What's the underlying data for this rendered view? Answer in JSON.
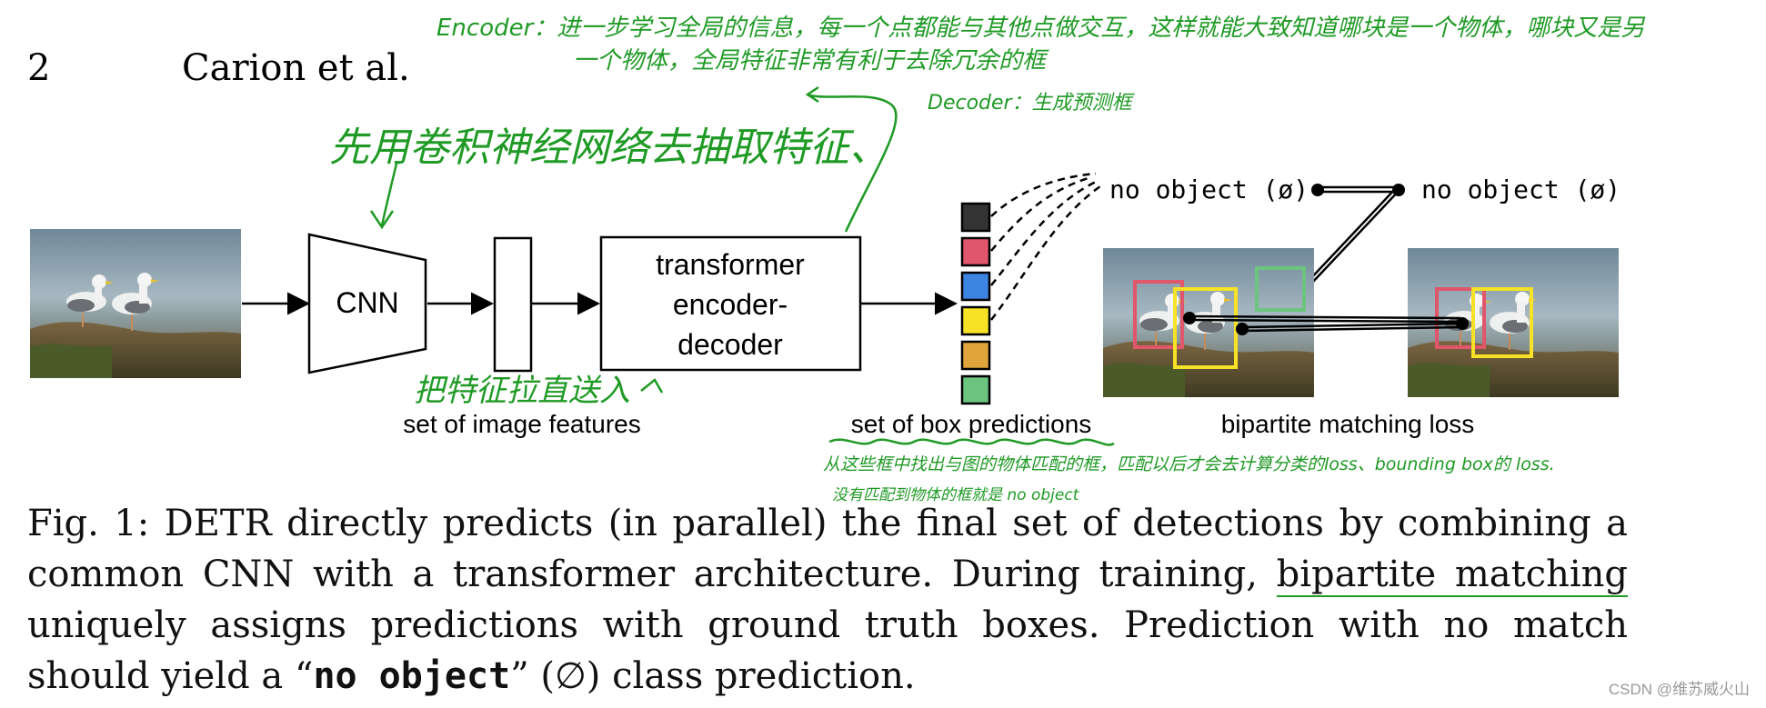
{
  "header": {
    "page_number": "2",
    "author": "Carion et al."
  },
  "diagram": {
    "cnn_label": "CNN",
    "transformer_label_1": "transformer",
    "transformer_label_2": "encoder-",
    "transformer_label_3": "decoder",
    "image_features_label": "set of image features",
    "box_predictions_label": "set of box predictions",
    "matching_loss_label": "bipartite matching loss",
    "no_object_left": "no object (ø)",
    "no_object_right": "no object (ø)",
    "prediction_colors": [
      "#333333",
      "#e0566a",
      "#3d83e0",
      "#f7e227",
      "#e0a53a",
      "#6cc47f"
    ]
  },
  "annotations": {
    "encoder_note_line1": "Encoder：进一步学习全局的信息，每一个点都能与其他点做交互，这样就能大致知道哪块是一个物体，哪块又是另",
    "encoder_note_line2": "一个物体，全局特征非常有利于去除冗余的框",
    "decoder_note": "Decoder：生成预测框",
    "cnn_note": "先用卷积神经网络去抽取特征、",
    "flatten_note": "把特征拉直送入",
    "box_note": "从这些框中找出与图的物体匹配的框，匹配以后才会去计算分类的loss、bounding box的 loss.",
    "no_match_note": "没有匹配到物体的框就是 no object"
  },
  "caption": {
    "part1": "Fig. 1: DETR directly predicts (in parallel) the final set of detections by combining a common CNN with a transformer architecture. During training, ",
    "underlined": "bipartite matching",
    "part2": " uniquely assigns predictions with ground truth boxes. Prediction with no match should yield a “",
    "mono": "no object",
    "part3": "” (∅) class prediction."
  },
  "watermark": "CSDN @维苏威火山"
}
